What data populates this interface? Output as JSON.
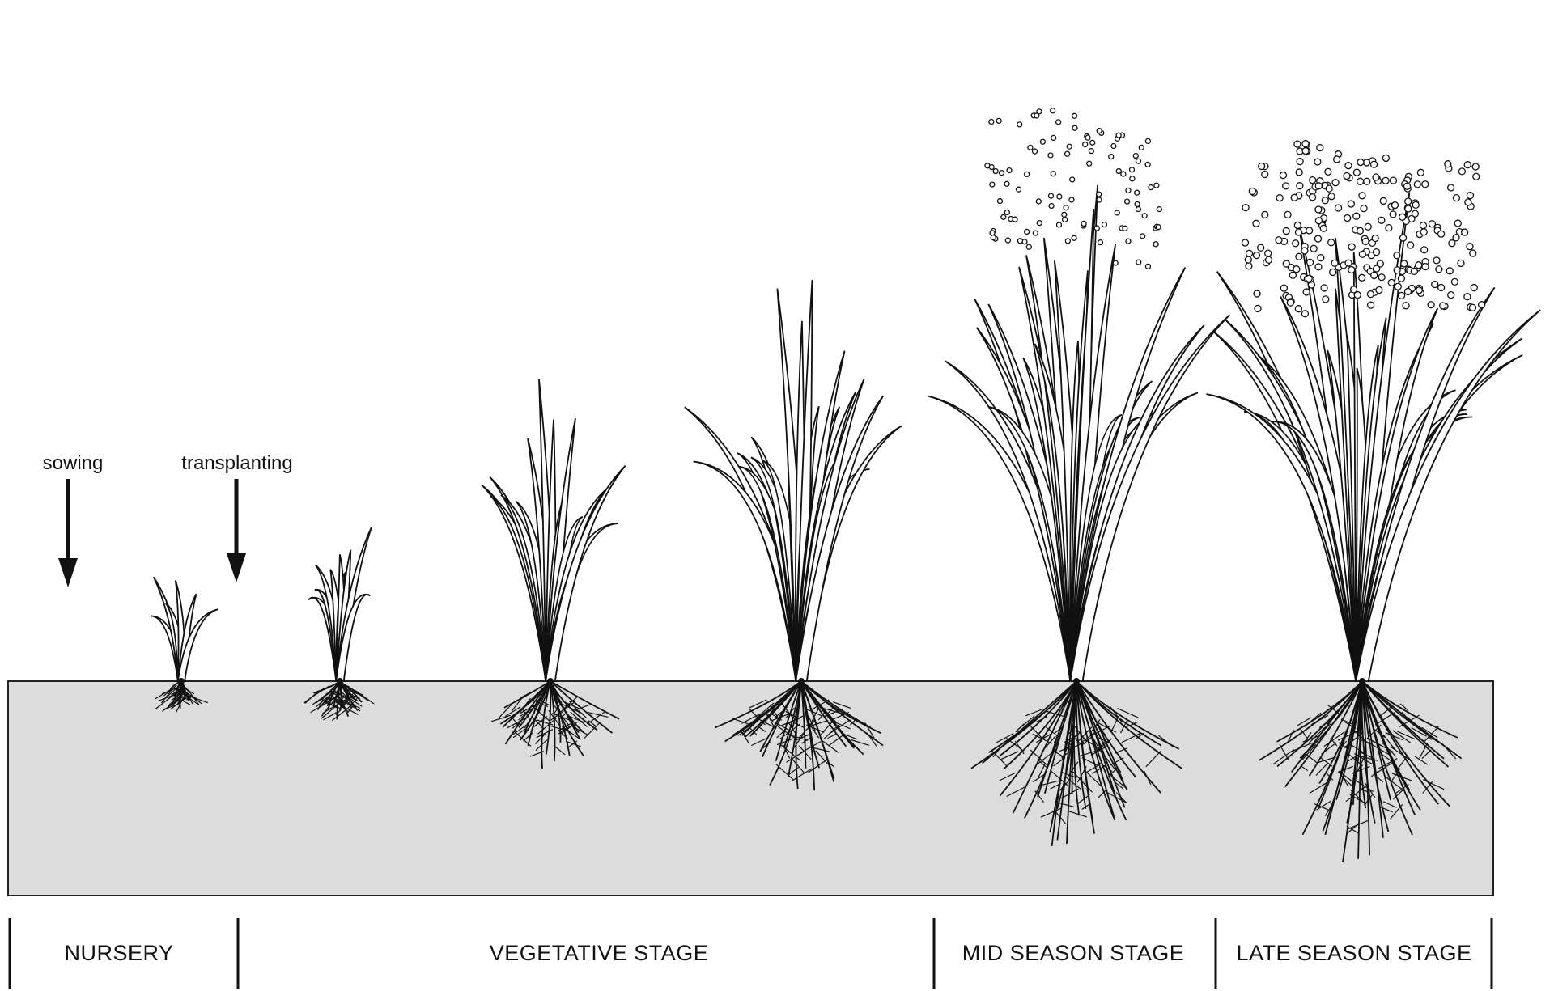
{
  "annotations": {
    "sowing": "sowing",
    "transplanting": "transplanting"
  },
  "stages": [
    {
      "label": "NURSERY"
    },
    {
      "label": "VEGETATIVE STAGE"
    },
    {
      "label": "MID SEASON STAGE"
    },
    {
      "label": "LATE SEASON STAGE"
    }
  ],
  "colors": {
    "soil": "#dcdcdc",
    "ink": "#111111",
    "leaf_fill": "#ffffff"
  },
  "plants": [
    {
      "name": "nursery-seedling",
      "growth": 1
    },
    {
      "name": "transplanted-seedling",
      "growth": 2
    },
    {
      "name": "early-tillering-plant",
      "growth": 3
    },
    {
      "name": "late-tillering-plant",
      "growth": 4
    },
    {
      "name": "flowering-plant",
      "growth": 5,
      "panicles": true
    },
    {
      "name": "ripening-plant",
      "growth": 6,
      "panicles": true,
      "grain": "heavy"
    }
  ]
}
